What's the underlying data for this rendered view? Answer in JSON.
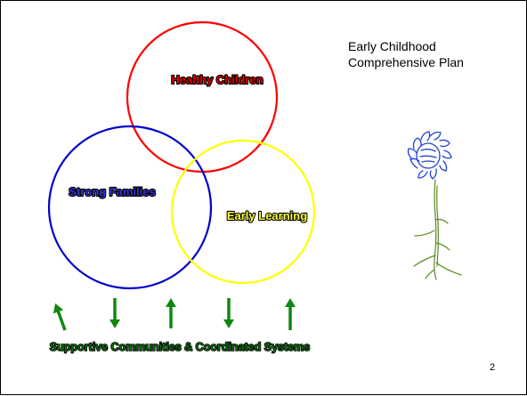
{
  "slide": {
    "title_lines": [
      "Early Childhood",
      "Comprehensive Plan"
    ],
    "page_number": "2"
  },
  "diagram": {
    "circles": [
      {
        "id": "healthy-children",
        "label": "Healthy Children",
        "color": "#ff0000",
        "text_fill": "#dd0000"
      },
      {
        "id": "strong-families",
        "label": "Strong Families",
        "color": "#0000cc",
        "text_fill": "#3333cc"
      },
      {
        "id": "early-learning",
        "label": "Early Learning",
        "color": "#ffff00",
        "text_fill": "#ffff33"
      }
    ],
    "arrows": [
      "up",
      "down",
      "up",
      "down",
      "up"
    ],
    "arrow_color": "#118811",
    "foundation_label": "Supportive Communities & Coordinated Systems",
    "foundation_color": "#116611"
  },
  "decoration": {
    "drawing": "flower-sketch",
    "flower_color": "#2244cc",
    "stem_color": "#5a8a20"
  }
}
